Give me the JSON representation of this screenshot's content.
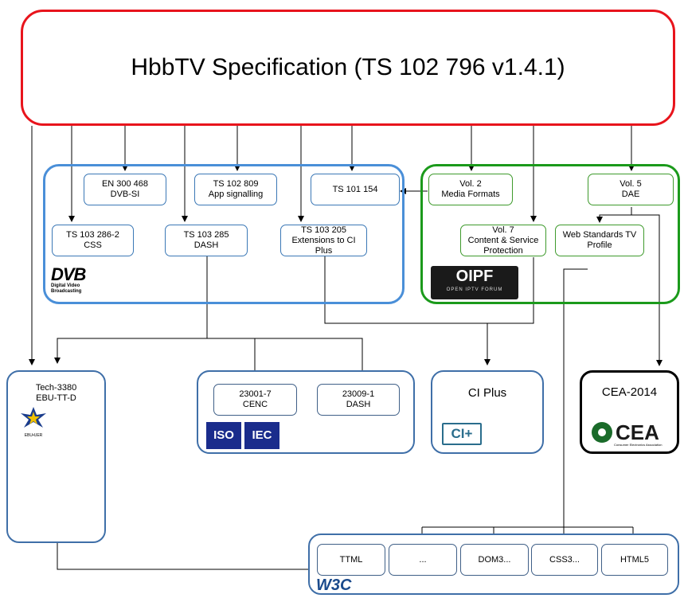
{
  "spec": {
    "title": "HbbTV Specification (TS 102 796 v1.4.1)"
  },
  "dvb": {
    "docs": [
      "EN 300 468\nDVB-SI",
      "TS 102 809\nApp signalling",
      "TS 101 154",
      "TS 103 286-2\nCSS",
      "TS 103 285\nDASH",
      "TS 103 205\nExtensions to CI\nPlus"
    ],
    "logo": {
      "mark": "DVB",
      "line1": "Digital Video",
      "line2": "Broadcasting"
    }
  },
  "oipf": {
    "docs": [
      "Vol. 2\nMedia Formats",
      "Vol. 5\nDAE",
      "Vol. 7\nContent & Service\nProtection",
      "Web Standards TV\nProfile"
    ],
    "logo": {
      "mark": "OIPF",
      "line": "OPEN IPTV FORUM"
    }
  },
  "ebu": {
    "title": "Tech-3380\nEBU-TT-D",
    "logo_text": "EBU•UER"
  },
  "iso": {
    "docs": [
      "23001-7\nCENC",
      "23009-1\nDASH"
    ],
    "logo": {
      "iso": "ISO",
      "iec": "IEC"
    }
  },
  "ciplus": {
    "title": "CI Plus",
    "logo": "CI+"
  },
  "cea": {
    "title": "CEA-2014",
    "logo": "CEA",
    "logo_sub": "Consumer Electronics Association"
  },
  "w3c": {
    "docs": [
      "TTML",
      "...",
      "DOM3...",
      "CSS3...",
      "HTML5"
    ],
    "logo": "W3C"
  },
  "colors": {
    "spec_border": "#e8141c",
    "dvb_border": "#4a8fd8",
    "oipf_border": "#1b9a1b",
    "ebu_border": "#3f6fa8",
    "iso_border": "#3f6fa8",
    "ciplus_border": "#3f6fa8",
    "cea_border": "#000000",
    "w3c_border": "#3f6fa8"
  }
}
